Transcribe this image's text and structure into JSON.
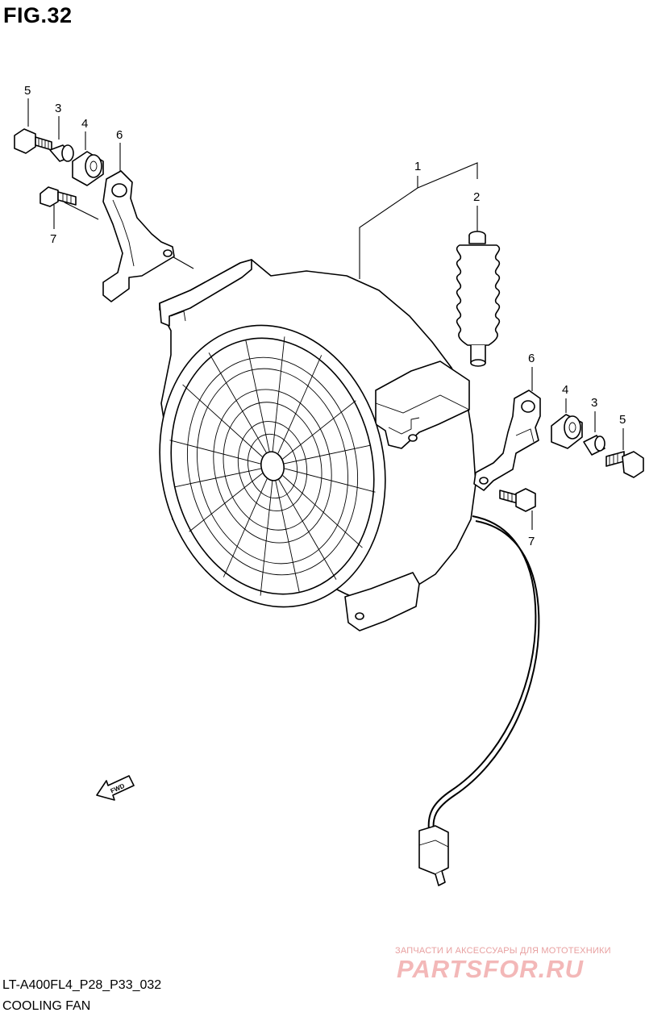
{
  "figure": {
    "title": "FIG.32"
  },
  "callouts": [
    {
      "id": "c5a",
      "label": "5"
    },
    {
      "id": "c3a",
      "label": "3"
    },
    {
      "id": "c4a",
      "label": "4"
    },
    {
      "id": "c6a",
      "label": "6"
    },
    {
      "id": "c7a",
      "label": "7"
    },
    {
      "id": "c1",
      "label": "1"
    },
    {
      "id": "c2",
      "label": "2"
    },
    {
      "id": "c6b",
      "label": "6"
    },
    {
      "id": "c4b",
      "label": "4"
    },
    {
      "id": "c3b",
      "label": "3"
    },
    {
      "id": "c5b",
      "label": "5"
    },
    {
      "id": "c7b",
      "label": "7"
    }
  ],
  "fwd_arrow": {
    "label": "FWD"
  },
  "footer": {
    "code": "LT-A400FL4_P28_P33_032",
    "name": "COOLING FAN"
  },
  "watermark": {
    "tagline": "ЗАПЧАСТИ И АКСЕССУАРЫ ДЛЯ МОТОТЕХНИКИ",
    "logo": "PARTSFOR.RU"
  }
}
